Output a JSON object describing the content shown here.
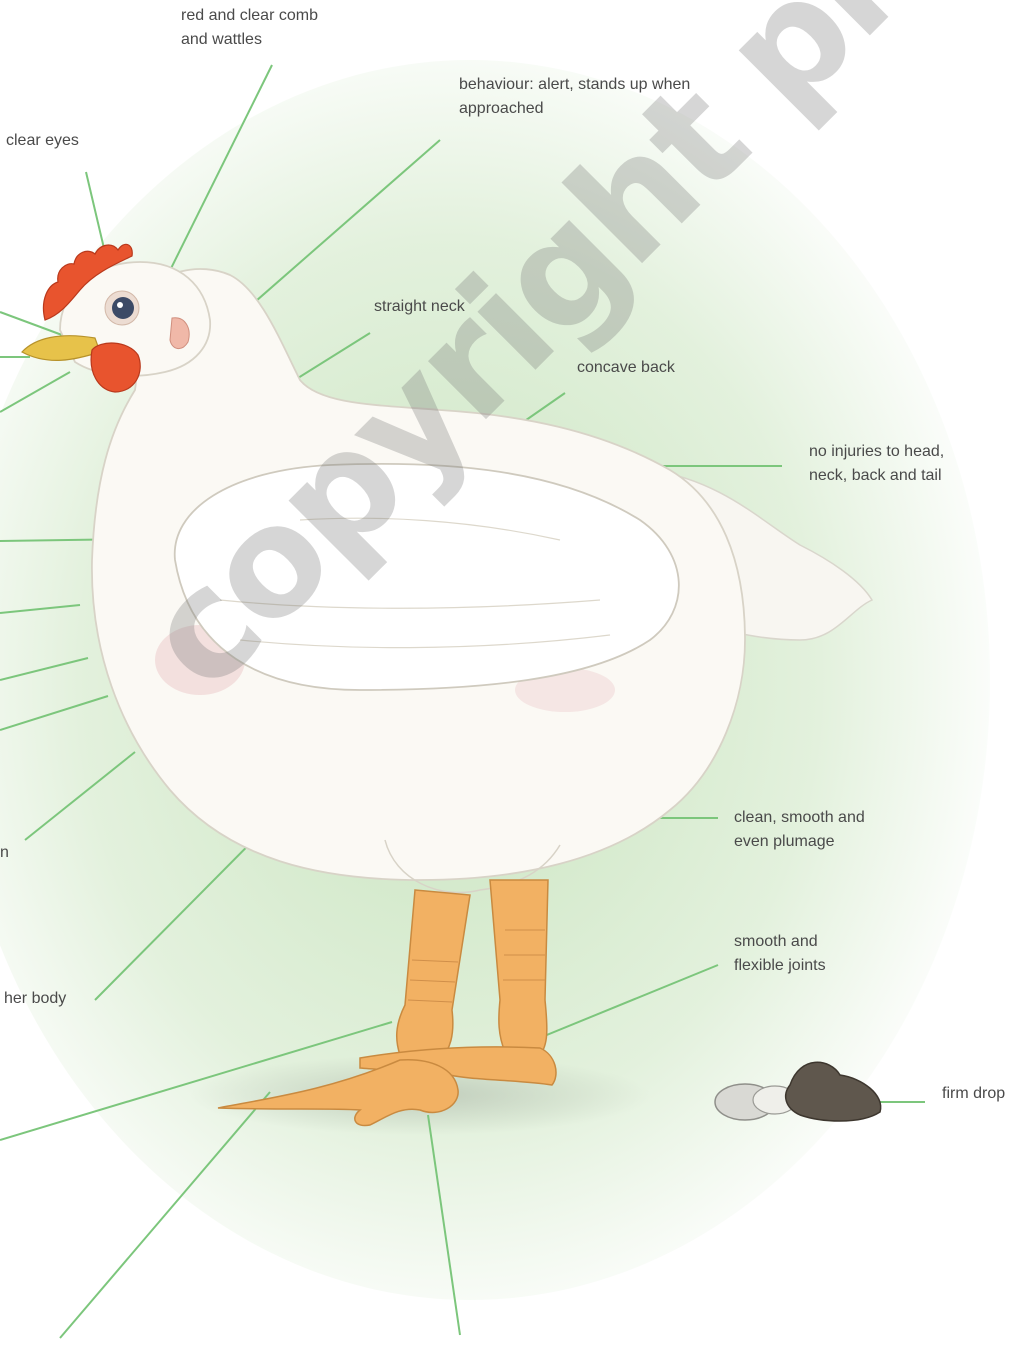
{
  "diagram": {
    "labels": {
      "comb": "red and clear comb\nand wattles",
      "behaviour": "behaviour: alert, stands up when\napproached",
      "eyes": "clear eyes",
      "neck": "straight neck",
      "back": "concave back",
      "injuries": "no injuries to head,\nneck, back and tail",
      "plumage": "clean, smooth and\neven plumage",
      "joints": "smooth and\nflexible joints",
      "droppings": "firm drop",
      "body_partial": "her body",
      "n_partial": "n"
    },
    "watermark": "copyright protected"
  },
  "colors": {
    "leader_line": "#7cc67c",
    "background_glow": "#d6ebcf",
    "plumage": "#f7f4ee",
    "comb": "#e8542e",
    "legs": "#f2b163",
    "beak": "#e7c24a"
  }
}
